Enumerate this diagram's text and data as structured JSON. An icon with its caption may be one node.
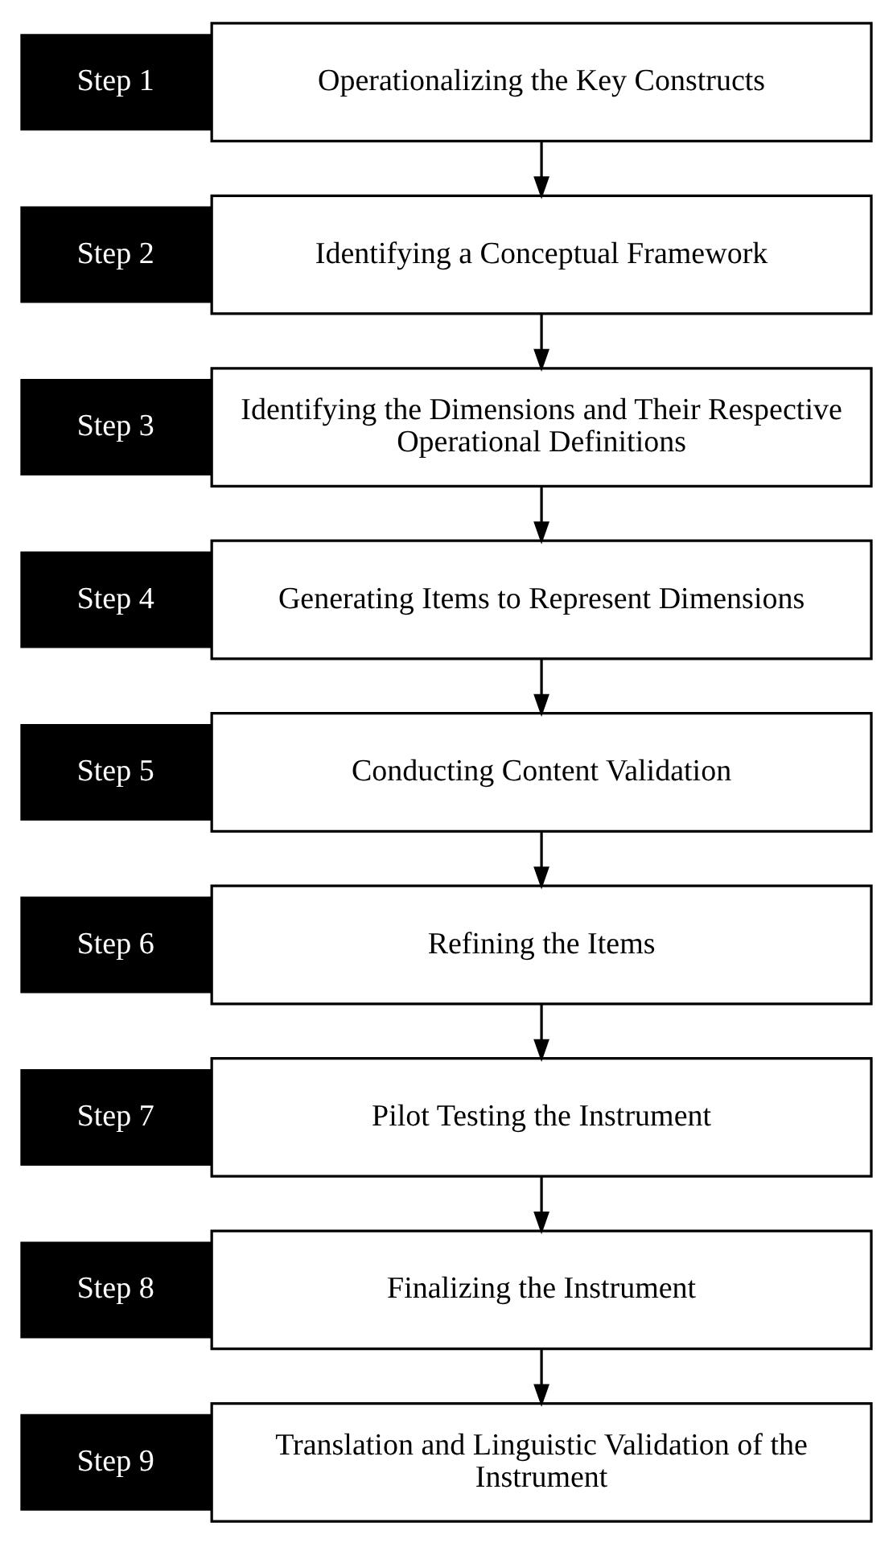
{
  "diagram": {
    "nodes": [
      {
        "text": [
          "Step 1"
        ]
      },
      {
        "text": [
          "Operationalizing the Key Constructs"
        ]
      },
      {
        "text": [
          "Step 2"
        ]
      },
      {
        "text": [
          "Identifying a Conceptual Framework"
        ]
      },
      {
        "text": [
          "Step 3"
        ]
      },
      {
        "text": [
          "Identifying the Dimensions and Their Respective Operational Definitions"
        ]
      },
      {
        "text": [
          "Step 4"
        ]
      },
      {
        "text": [
          "Generating Items to Represent Dimensions"
        ]
      },
      {
        "text": [
          "Step 5"
        ]
      },
      {
        "text": [
          "Conducting Content Validation"
        ]
      },
      {
        "text": [
          "Step 6"
        ]
      },
      {
        "text": [
          "Refining the Items"
        ]
      },
      {
        "text": [
          "Step 7"
        ]
      },
      {
        "text": [
          "Pilot Testing the Instrument"
        ]
      },
      {
        "text": [
          "Step 8"
        ]
      },
      {
        "text": [
          "Finalizing the Instrument"
        ]
      },
      {
        "text": [
          "Step 9"
        ]
      },
      {
        "text": [
          "Translation and Linguistic Validation of the Instrument"
        ]
      }
    ],
    "edges": [
      {
        "from": 1,
        "to": 3,
        "arrow": "to"
      },
      {
        "from": 3,
        "to": 5,
        "arrow": "to"
      },
      {
        "from": 5,
        "to": 7,
        "arrow": "to"
      },
      {
        "from": 7,
        "to": 9,
        "arrow": "to"
      },
      {
        "from": 9,
        "to": 11,
        "arrow": "to"
      },
      {
        "from": 11,
        "to": 13,
        "arrow": "to"
      },
      {
        "from": 13,
        "to": 15,
        "arrow": "to"
      },
      {
        "from": 15,
        "to": 17,
        "arrow": "to"
      }
    ]
  }
}
